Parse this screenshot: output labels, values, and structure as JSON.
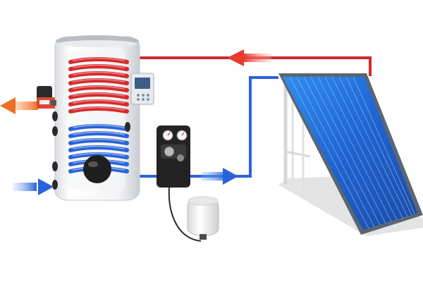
{
  "title": "",
  "components": {
    "storage_tank": {
      "name": "storage-tank"
    },
    "upper_coil": {
      "name": "upper-heating-coil",
      "color": "#d62b2b"
    },
    "lower_coil": {
      "name": "lower-solar-coil",
      "color": "#2a63d8"
    },
    "controller": {
      "name": "solar-controller",
      "color": "#e6ebf0"
    },
    "mixing_valve": {
      "name": "thermostatic-mixing-valve",
      "color": "#2b2b2b"
    },
    "pump_station": {
      "name": "pump-station",
      "color": "#232323"
    },
    "expansion_vessel": {
      "name": "expansion-vessel",
      "color": "#f2f2f2"
    },
    "solar_collector": {
      "name": "flat-plate-solar-collector",
      "color": "#2f6fd6"
    }
  },
  "flows": {
    "hot_supply": {
      "name": "hot-flow-pipe",
      "color": "#d12a2a"
    },
    "cold_return": {
      "name": "cold-return-pipe",
      "color": "#2a63d8"
    },
    "hot_water_out": {
      "name": "hot-water-outlet-arrow",
      "color": "#f0782a"
    },
    "cold_water_in": {
      "name": "cold-water-inlet-arrow",
      "color": "#2a63d8"
    }
  }
}
